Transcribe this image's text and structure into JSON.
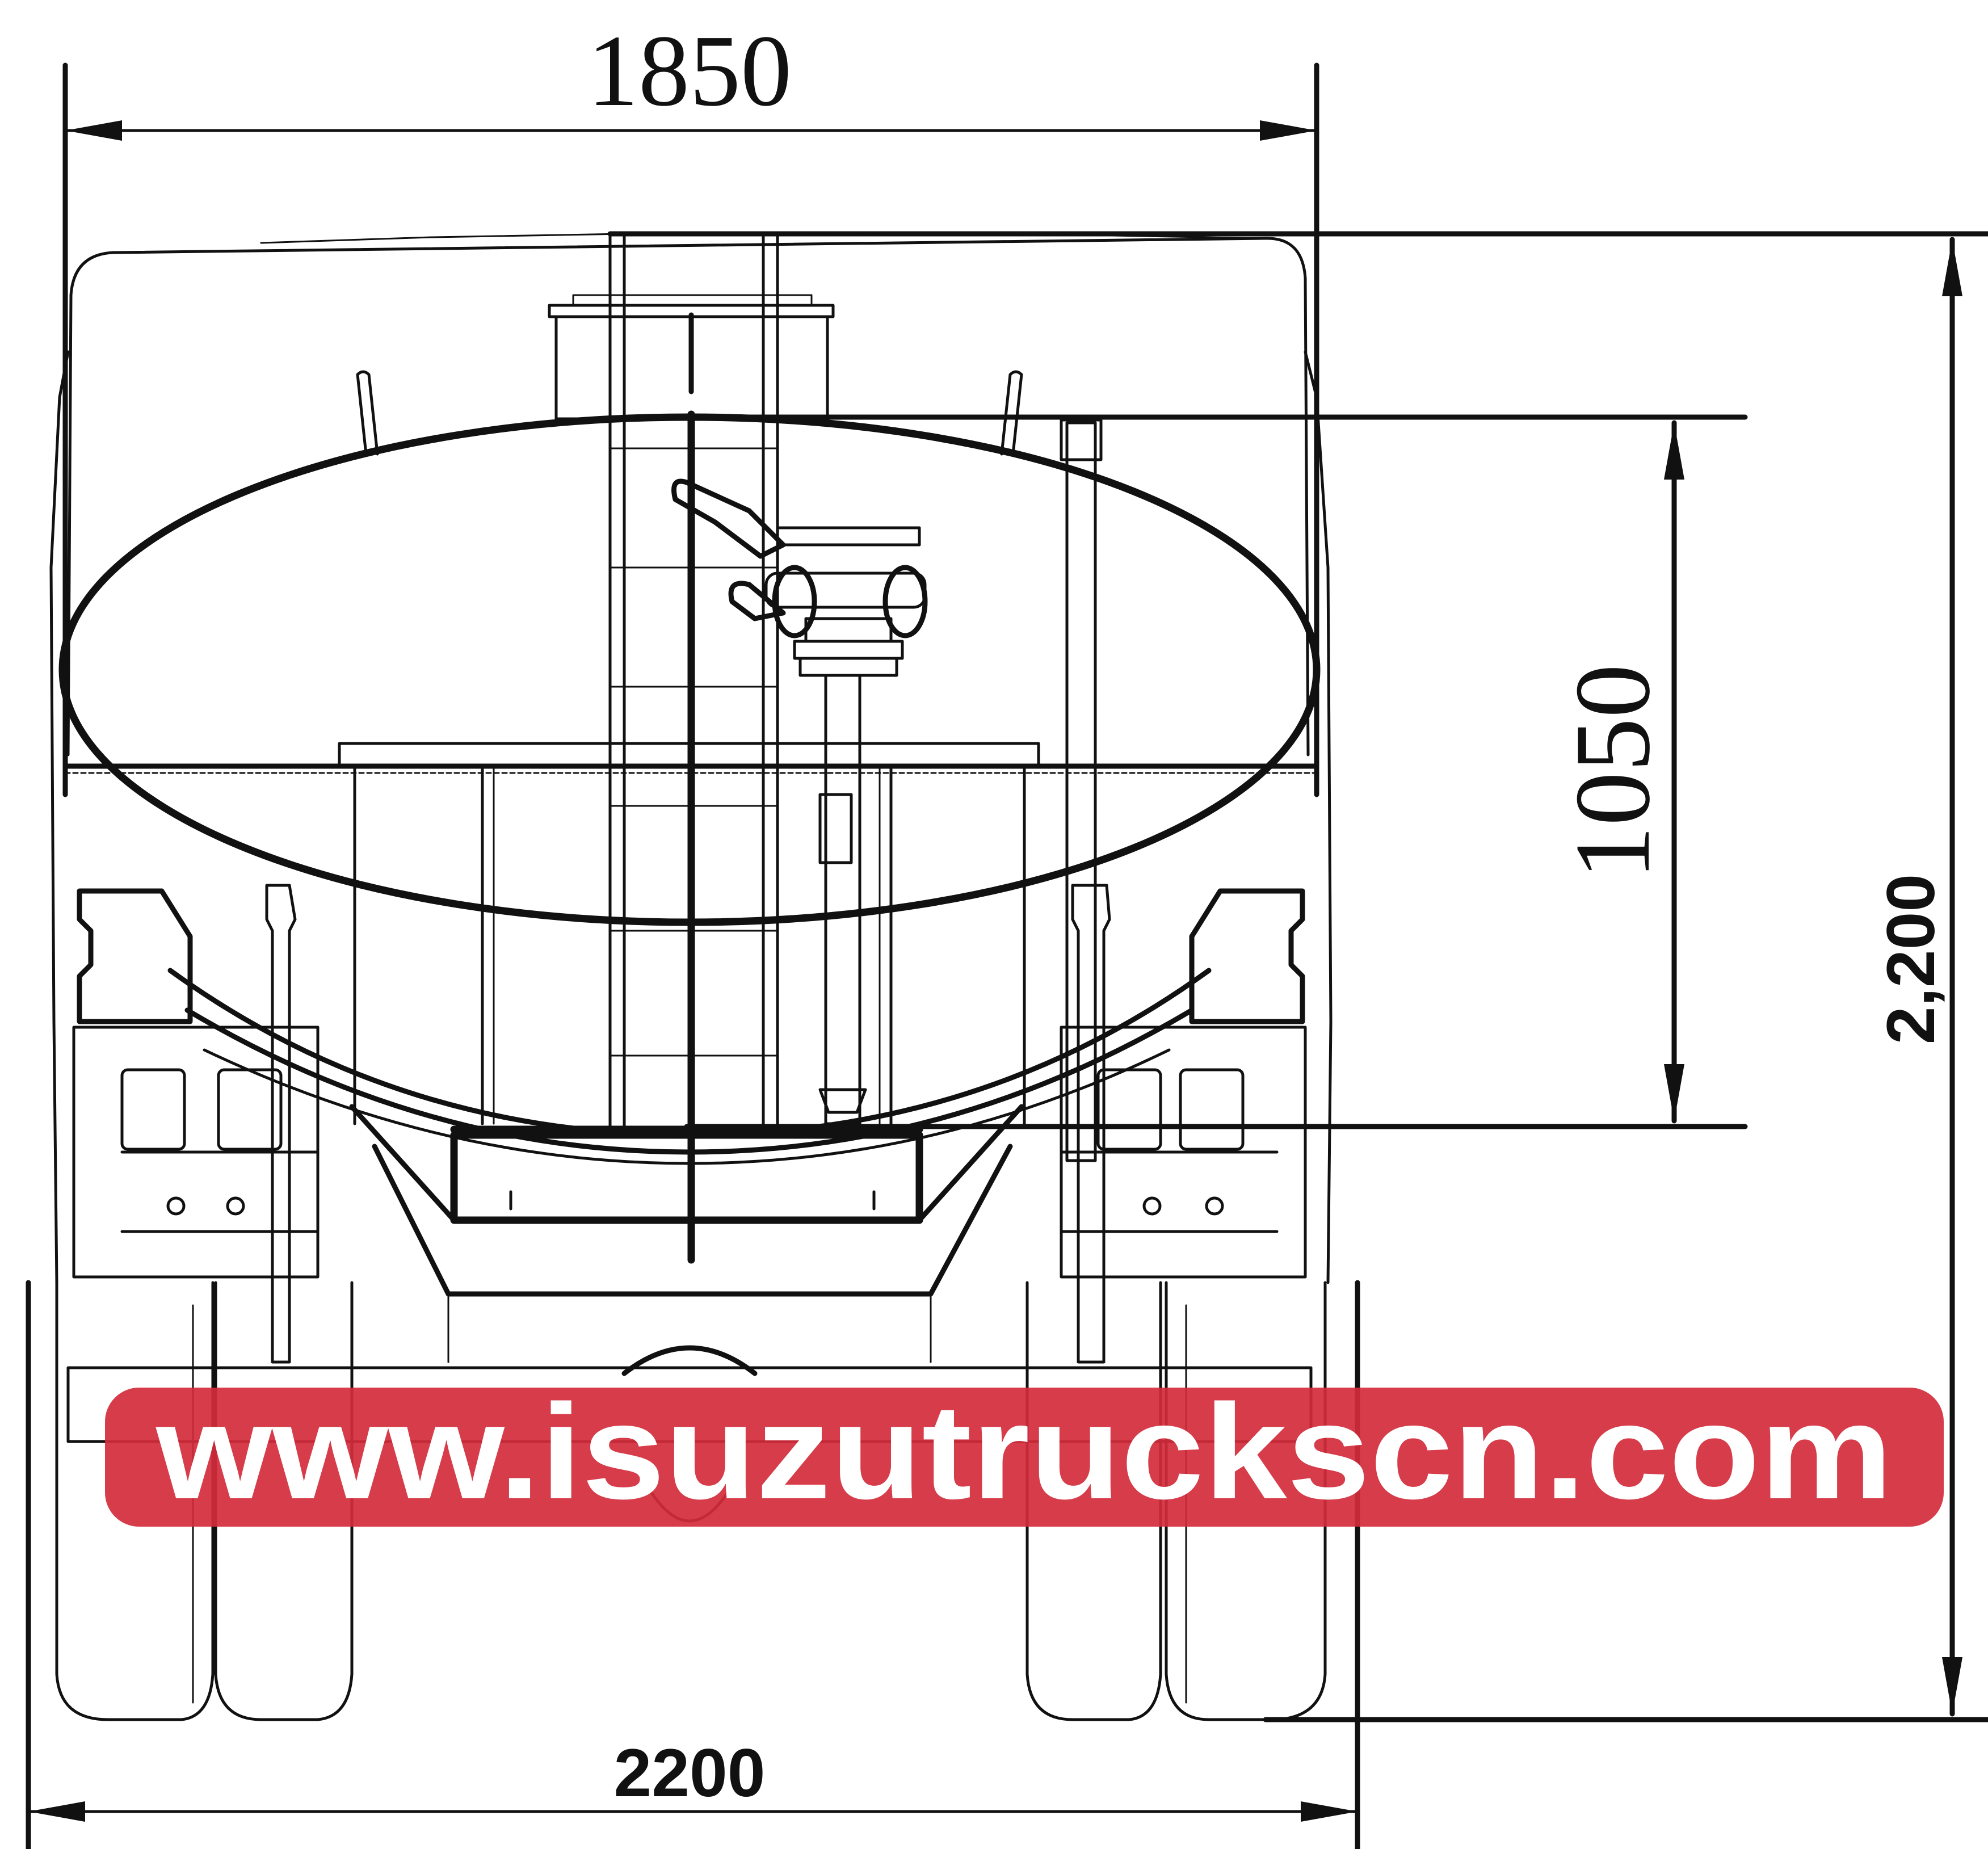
{
  "dimensions": {
    "top_width": "1850",
    "tank_height": "1050",
    "overall_height": "2,200",
    "track_width": "2200"
  },
  "watermark": {
    "text": "www.isuzutruckscn.com",
    "band_color": "#d22b3a",
    "text_color": "#ffffff"
  }
}
